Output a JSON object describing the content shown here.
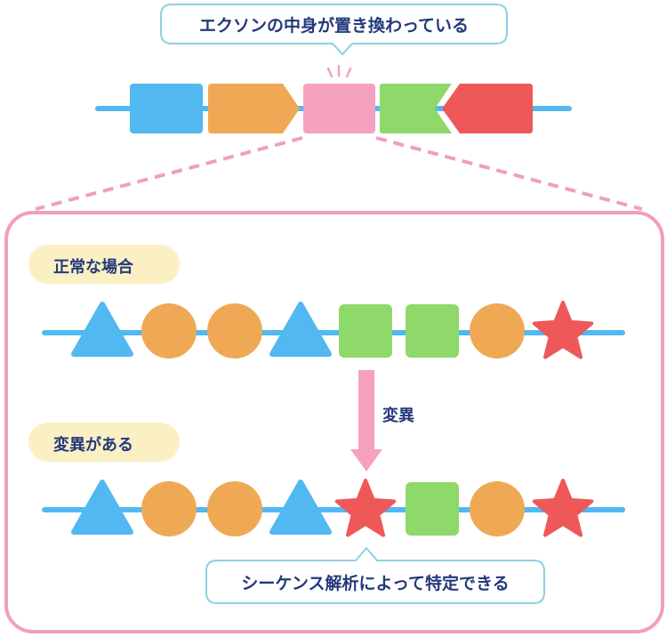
{
  "callout_top": "エクソンの中身が置き換わっている",
  "callout_bottom": "シーケンス解析によって特定できる",
  "normal_label": "正常な場合",
  "mutant_label": "変異がある",
  "arrow_label": "変異",
  "colors": {
    "blue": "#52b8f1",
    "orange": "#efa955",
    "pink": "#f5a1bf",
    "green": "#8fd86a",
    "red": "#ef5859",
    "frame": "#f09fbb",
    "bubble_border": "#8ecfe5",
    "label_bg": "#fbefc4",
    "text": "#233a7a"
  },
  "exons": [
    {
      "shape": "rect",
      "color": "blue",
      "name": "exon-1-blue"
    },
    {
      "shape": "arrow-right",
      "color": "orange",
      "name": "exon-2-orange"
    },
    {
      "shape": "rect",
      "color": "pink",
      "name": "exon-3-pink-highlighted"
    },
    {
      "shape": "notched-left",
      "color": "green",
      "name": "exon-4-green"
    },
    {
      "shape": "arrow-left",
      "color": "red",
      "name": "exon-5-red"
    }
  ],
  "normal_sequence": [
    "triangle",
    "circle",
    "circle",
    "triangle",
    "square",
    "square",
    "circle",
    "star"
  ],
  "mutant_sequence": [
    "triangle",
    "circle",
    "circle",
    "triangle",
    "star",
    "square",
    "circle",
    "star"
  ]
}
